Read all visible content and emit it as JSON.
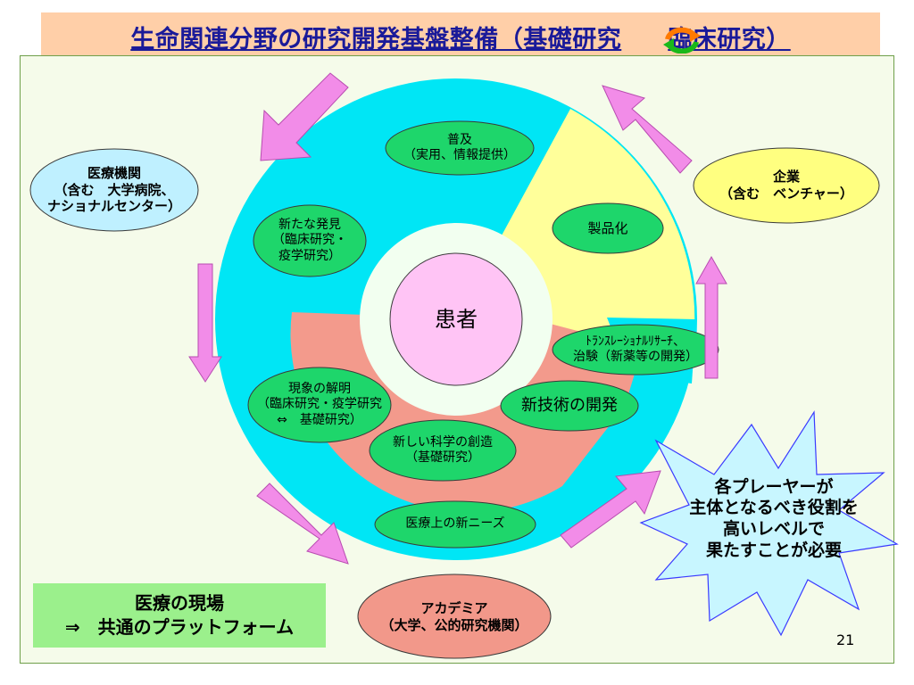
{
  "title": {
    "left": "生命関連分野の研究開発基盤整備（基礎研究",
    "right": "臨床研究）",
    "icon": "cycle-arrows-icon"
  },
  "center": {
    "label": "患者"
  },
  "bubbles": {
    "fukyu": [
      "普及",
      "（実用、情報提供）"
    ],
    "seihinka": [
      "製品化"
    ],
    "arata": [
      "新たな発見",
      "（臨床研究・",
      "疫学研究）"
    ],
    "translational": [
      "ﾄﾗﾝｽﾚｰｼｮﾅﾙﾘｻｰﾁ、",
      "治験（新薬等の開発）"
    ],
    "gensho": [
      "現象の解明",
      "（臨床研究・疫学研究",
      "⇔　基礎研究）"
    ],
    "shingijutsu": [
      "新技術の開発"
    ],
    "kagaku": [
      "新しい科学の創造",
      "（基礎研究）"
    ],
    "needs": [
      "医療上の新ニーズ"
    ]
  },
  "players": {
    "iryo": [
      "医療機関",
      "（含む　大学病院、",
      "ナショナルセンター）"
    ],
    "kigyo": [
      "企業",
      "（含む　ベンチャー）"
    ],
    "academia": [
      "アカデミア",
      "（大学、公的研究機関）"
    ]
  },
  "star": [
    "各プレーヤーが",
    "主体となるべき役割を",
    "高いレベルで",
    "果たすことが必要"
  ],
  "field_box": [
    "医療の現場",
    "⇒　共通のプラットフォーム"
  ],
  "page_number": "21",
  "colors": {
    "cyan": "#00e6f5",
    "yellow": "#ffff9a",
    "salmon": "#f39a8c",
    "green_bubble": "#1ed66b",
    "pink_center": "#ffc4f5",
    "arrow_pink": "#f28ce8",
    "title_bg": "#ffcfa8",
    "title_text": "#1a1a99",
    "player_blue": "#bff0ff",
    "player_yellow": "#ffff80",
    "player_red": "#f2988a",
    "star_fill": "#c8f6ff"
  }
}
